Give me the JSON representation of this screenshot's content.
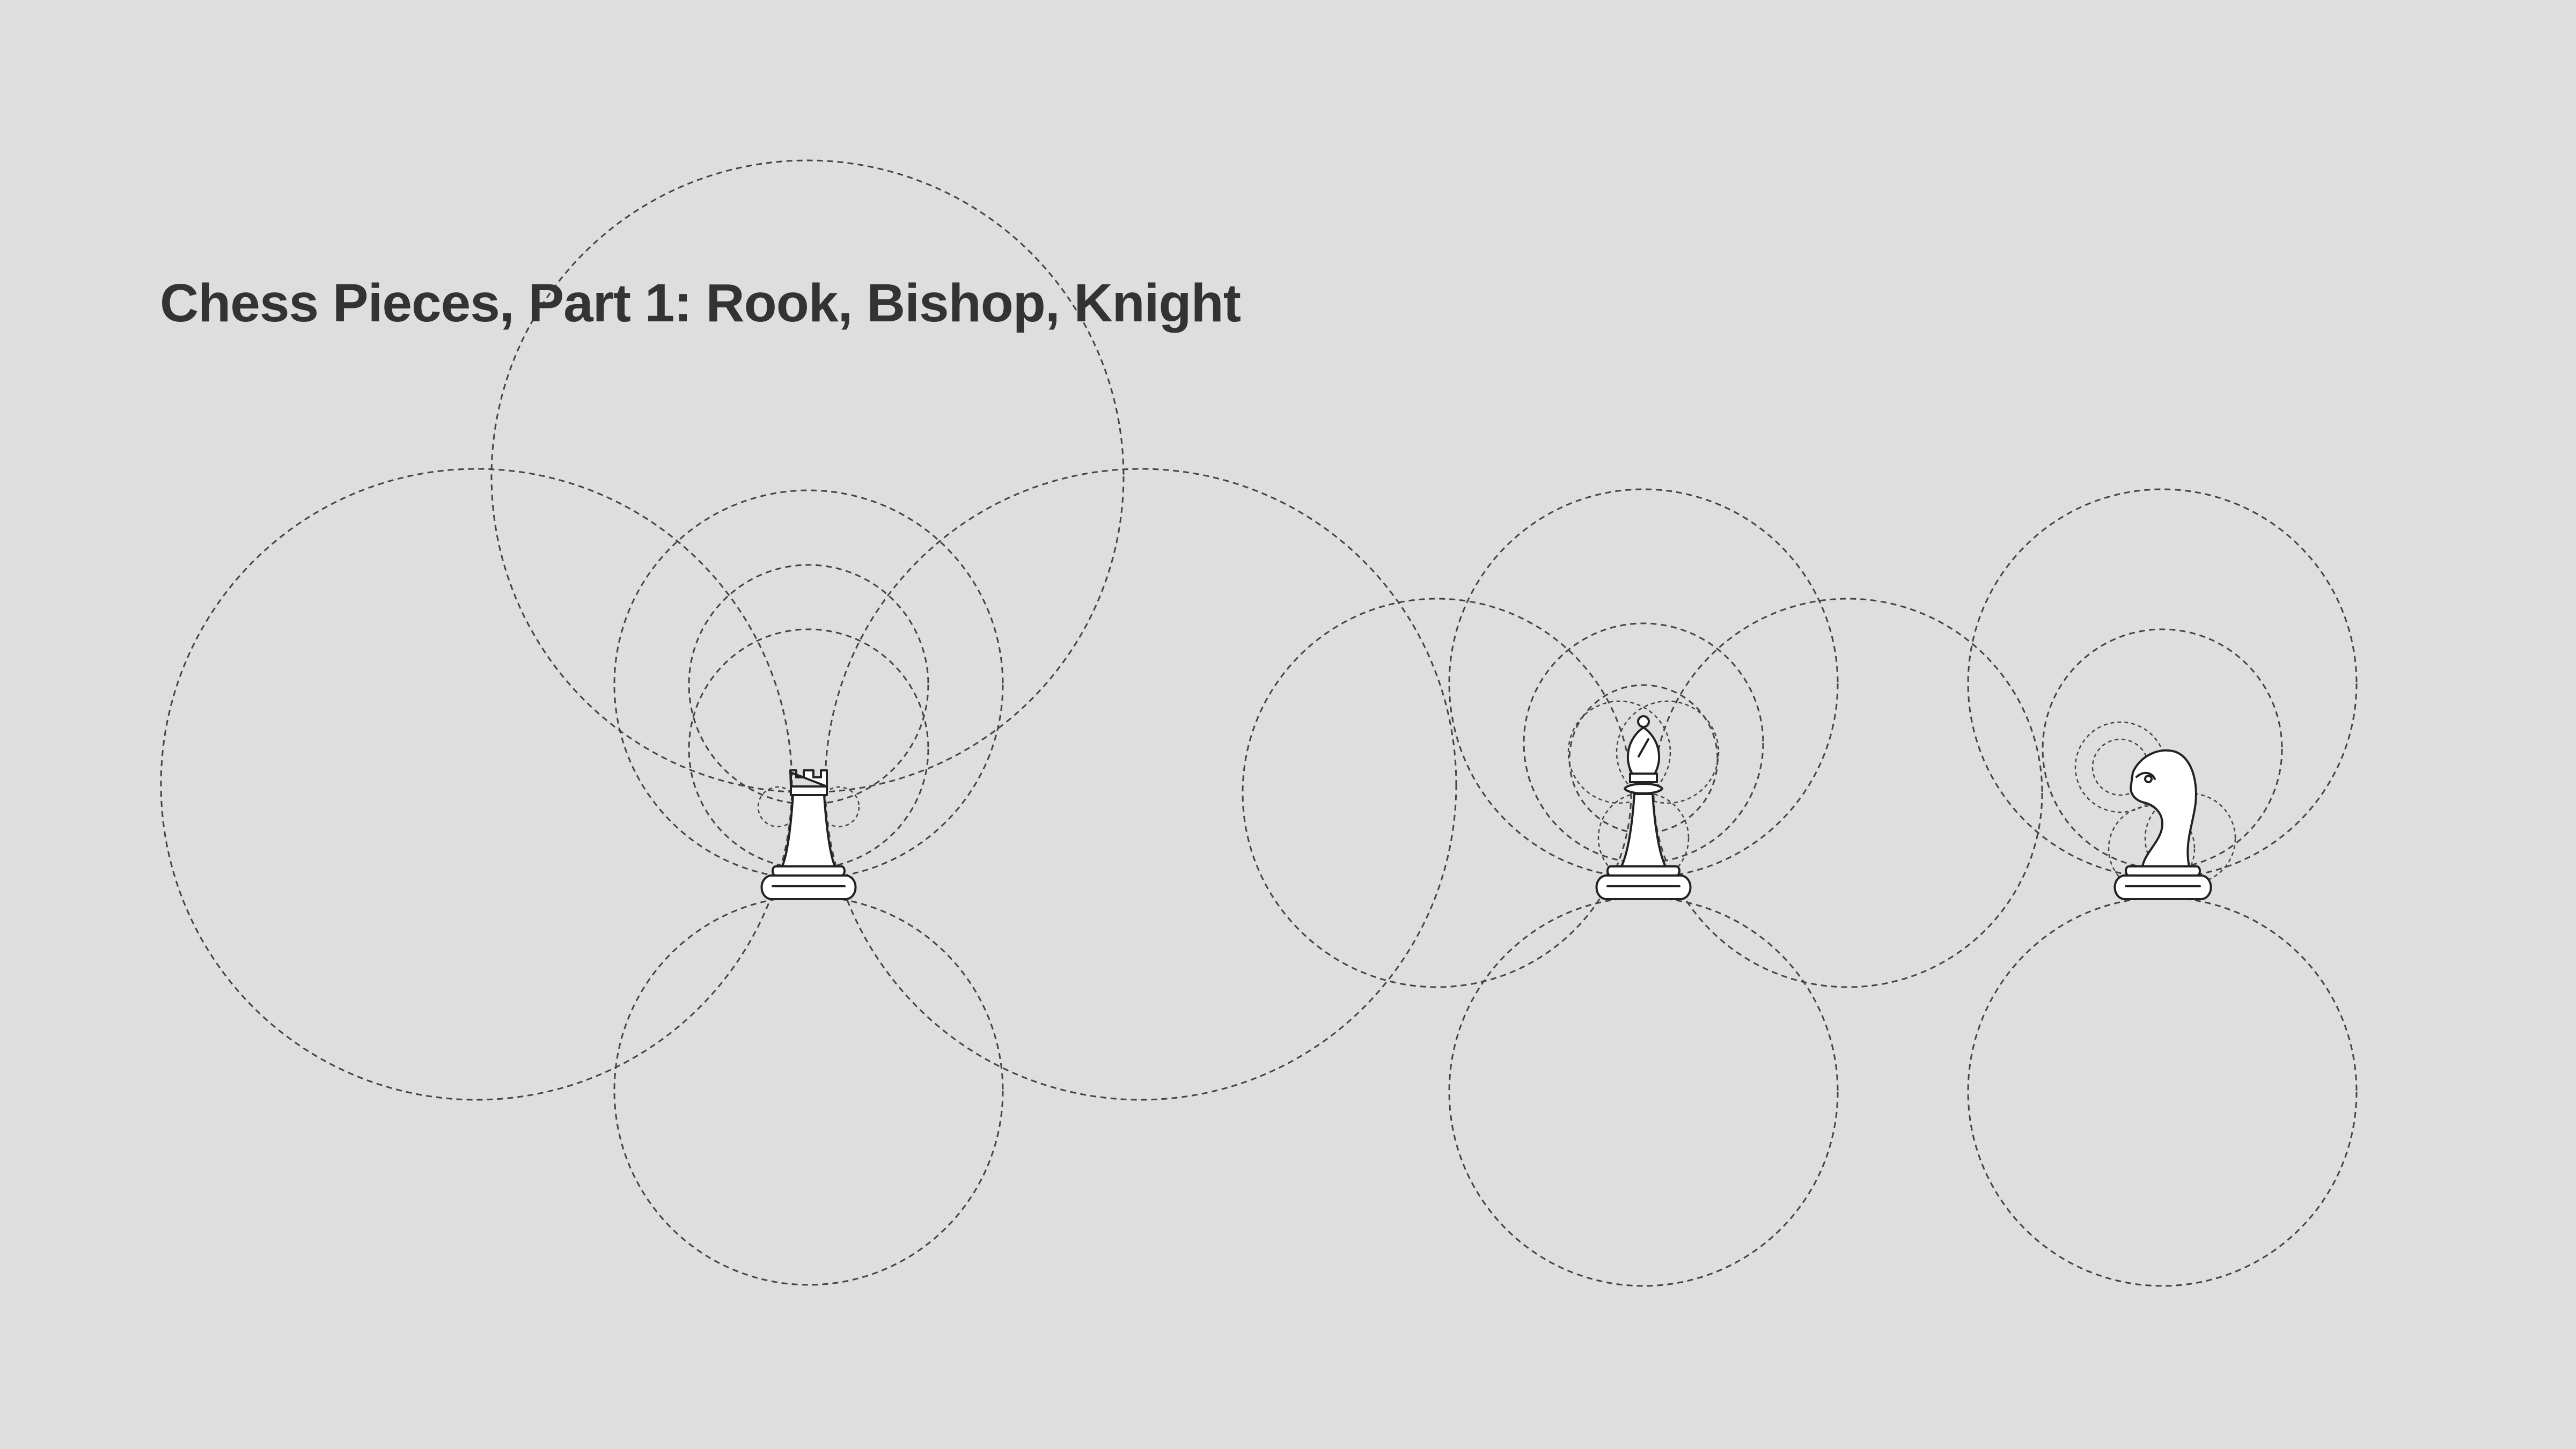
{
  "title": "Chess Pieces, Part 1: Rook, Bishop, Knight",
  "colors": {
    "background": "#dedede",
    "title": "#333333",
    "guide_lines": "#444444",
    "piece_fill": "#ffffff",
    "piece_outline": "#222222"
  },
  "pieces": [
    {
      "name": "rook",
      "icon": "chess-rook-icon"
    },
    {
      "name": "bishop",
      "icon": "chess-bishop-icon"
    },
    {
      "name": "knight",
      "icon": "chess-knight-icon"
    }
  ],
  "guide_style": "dashed construction circles"
}
